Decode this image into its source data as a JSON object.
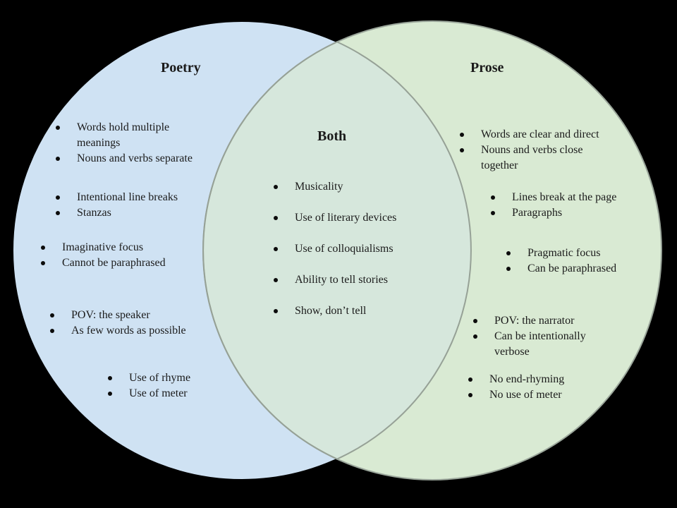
{
  "venn": {
    "colors": {
      "background": "#000000",
      "poetry_fill": "#cfe2f3",
      "poetry_stroke": "#000000",
      "prose_fill": "#d9ead3",
      "prose_stroke": "#9aa59a",
      "overlap_tint": "rgba(207,226,243,0.3)",
      "overlap_stroke": "#96a196",
      "text": "#1b1b1b"
    },
    "poetry": {
      "title": "Poetry",
      "groups": [
        {
          "items": [
            {
              "lines": [
                "Words hold multiple",
                "meanings"
              ]
            },
            {
              "lines": [
                "Nouns and verbs separate"
              ]
            }
          ]
        },
        {
          "items": [
            {
              "lines": [
                "Intentional line breaks"
              ]
            },
            {
              "lines": [
                "Stanzas"
              ]
            }
          ]
        },
        {
          "items": [
            {
              "lines": [
                "Imaginative focus"
              ]
            },
            {
              "lines": [
                "Cannot be paraphrased"
              ]
            }
          ]
        },
        {
          "items": [
            {
              "lines": [
                "POV: the speaker"
              ]
            },
            {
              "lines": [
                "As few words as possible"
              ]
            }
          ]
        },
        {
          "items": [
            {
              "lines": [
                "Use of rhyme"
              ]
            },
            {
              "lines": [
                "Use of meter"
              ]
            }
          ]
        }
      ]
    },
    "both": {
      "title": "Both",
      "items": [
        {
          "lines": [
            "Musicality"
          ]
        },
        {
          "lines": [
            "Use of literary devices"
          ]
        },
        {
          "lines": [
            "Use of colloquialisms"
          ]
        },
        {
          "lines": [
            "Ability to tell stories"
          ]
        },
        {
          "lines": [
            "Show, don’t tell"
          ]
        }
      ]
    },
    "prose": {
      "title": "Prose",
      "groups": [
        {
          "items": [
            {
              "lines": [
                "Words are clear and direct"
              ]
            },
            {
              "lines": [
                "Nouns and verbs close",
                "together"
              ]
            }
          ]
        },
        {
          "items": [
            {
              "lines": [
                "Lines break at the page"
              ]
            },
            {
              "lines": [
                "Paragraphs"
              ]
            }
          ]
        },
        {
          "items": [
            {
              "lines": [
                "Pragmatic focus"
              ]
            },
            {
              "lines": [
                "Can be paraphrased"
              ]
            }
          ]
        },
        {
          "items": [
            {
              "lines": [
                "POV: the narrator"
              ]
            },
            {
              "lines": [
                "Can be intentionally",
                "verbose"
              ]
            }
          ]
        },
        {
          "items": [
            {
              "lines": [
                "No end-rhyming"
              ]
            },
            {
              "lines": [
                "No use of meter"
              ]
            }
          ]
        }
      ]
    }
  }
}
